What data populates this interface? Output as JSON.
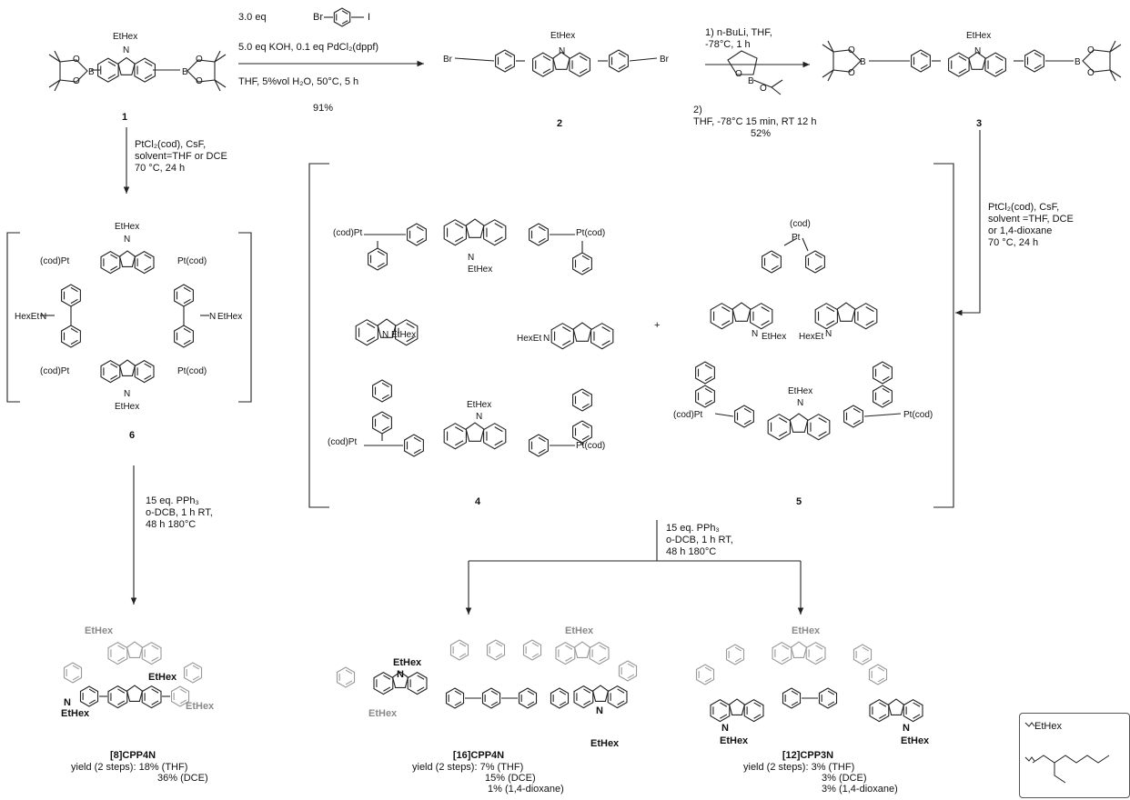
{
  "reactions": {
    "r1": {
      "line1": "3.0 eq",
      "reagent": "Br",
      "reagent2": "I",
      "line2": "5.0 eq KOH, 0.1 eq PdCl₂(dppf)",
      "line3": "THF, 5%vol H₂O, 50°C, 5 h",
      "yield": "91%"
    },
    "r2": {
      "line1": "1) n-BuLi, THF,",
      "line2": "-78°C, 1 h",
      "line3": "2)",
      "line4": "THF, -78°C 15 min, RT 12 h",
      "yield": "52%"
    },
    "r3": {
      "line1": "PtCl₂(cod), CsF,",
      "line2": "solvent=THF or DCE",
      "line3": "70 °C, 24 h"
    },
    "r4": {
      "line1": "PtCl₂(cod), CsF,",
      "line2": "solvent =THF, DCE",
      "line3": "or 1,4-dioxane",
      "line4": "70 °C, 24 h"
    },
    "r5": {
      "line1": "15 eq. PPh₃",
      "line2": "o-DCB, 1 h RT,",
      "line3": "48 h 180°C"
    },
    "r6": {
      "line1": "15 eq. PPh₃",
      "line2": "o-DCB, 1 h RT,",
      "line3": "48 h 180°C"
    }
  },
  "compounds": {
    "c1": "1",
    "c2": "2",
    "c3": "3",
    "c4": "4",
    "c5": "5",
    "c6": "6",
    "plus": "+"
  },
  "labels": {
    "ethex": "EtHex",
    "hexet": "HexEt",
    "br": "Br",
    "ptcod": "Pt(cod)",
    "codpt": "(cod)Pt",
    "cod": "(cod)",
    "pt": "Pt",
    "b": "B",
    "o": "O",
    "n": "N"
  },
  "products": {
    "p1": {
      "title": "[8]CPP4N",
      "yield_line": "yield (2 steps): 18% (THF)",
      "y2": "36% (DCE)"
    },
    "p2": {
      "title": "[16]CPP4N",
      "yield_line": "yield (2 steps): 7% (THF)",
      "y2": "15% (DCE)",
      "y3": "1% (1,4-dioxane)"
    },
    "p3": {
      "title": "[12]CPP3N",
      "yield_line": "yield (2 steps): 3% (THF)",
      "y2": "3% (DCE)",
      "y3": "3% (1,4-dioxane)"
    }
  },
  "legend": {
    "label": "EtHex"
  },
  "colors": {
    "line": "#222222",
    "grey": "#8a8a8a"
  }
}
